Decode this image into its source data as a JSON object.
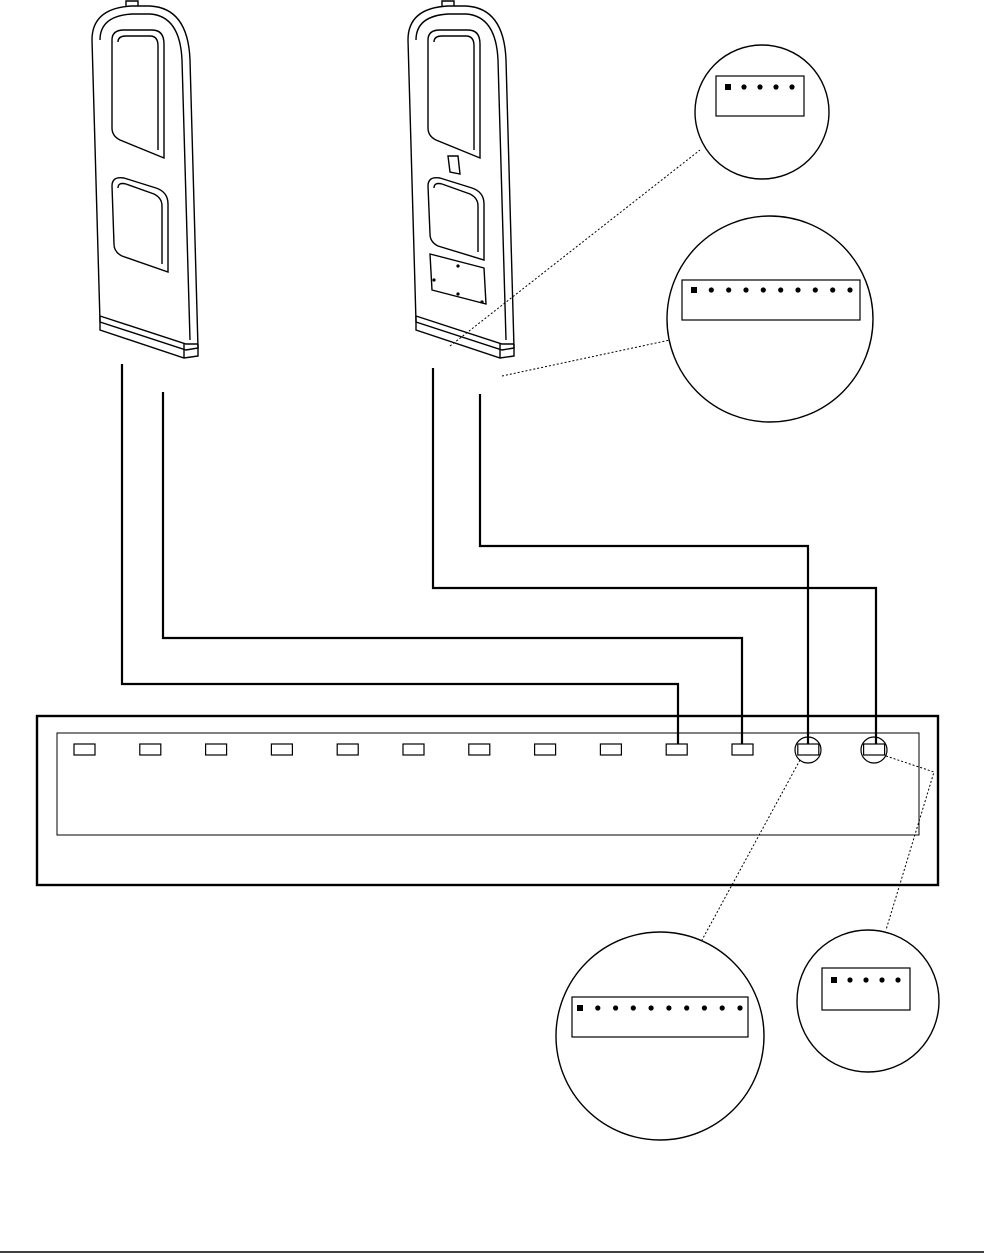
{
  "diagram": {
    "description_visible_text": [],
    "colors": {
      "line": "#000000",
      "background": "#ffffff",
      "pin": "#000000"
    },
    "components": {
      "antennas": [
        "antenna-panel-passive",
        "antenna-panel-with-control-box"
      ],
      "control_unit_slot_count": 13,
      "wired_slots": [
        10,
        11,
        12,
        13
      ],
      "circled_slots": [
        12,
        13
      ],
      "connector_detail_pin_counts": {
        "antenna_small": 5,
        "antenna_large": 10,
        "unit_large": 10,
        "unit_small": 5
      }
    }
  }
}
